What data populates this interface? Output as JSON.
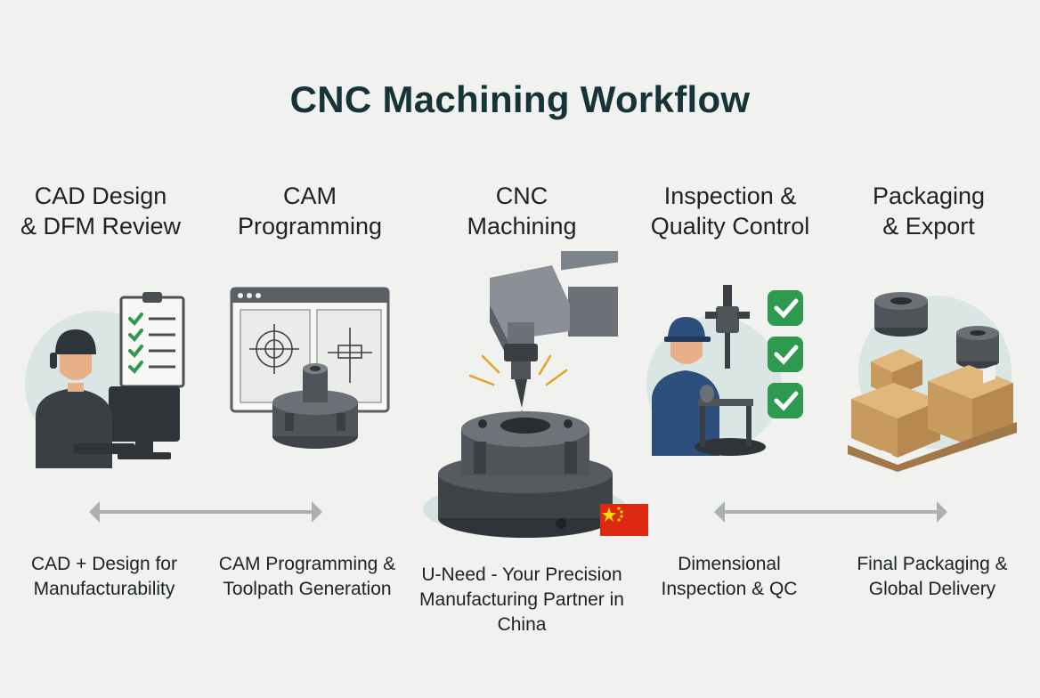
{
  "title": "CNC Machining Workflow",
  "steps": [
    {
      "heading_line1": "CAD Design",
      "heading_line2": "& DFM Review",
      "caption_line1": "CAD + Design for",
      "caption_line2": "Manufacturability",
      "caption_line3": "",
      "icon": "cad-engineer-icon"
    },
    {
      "heading_line1": "CAM",
      "heading_line2": "Programming",
      "caption_line1": "CAM Programming &",
      "caption_line2": "Toolpath Generation",
      "caption_line3": "",
      "icon": "cam-software-icon"
    },
    {
      "heading_line1": "CNC",
      "heading_line2": "Machining",
      "caption_line1": "U-Need - Your Precision",
      "caption_line2": "Manufacturing Partner in",
      "caption_line3": "China",
      "icon": "cnc-spindle-icon"
    },
    {
      "heading_line1": "Inspection &",
      "heading_line2": "Quality Control",
      "caption_line1": "Dimensional",
      "caption_line2": "Inspection & QC",
      "caption_line3": "",
      "icon": "inspector-icon"
    },
    {
      "heading_line1": "Packaging",
      "heading_line2": "& Export",
      "caption_line1": "Final Packaging &",
      "caption_line2": "Global Delivery",
      "caption_line3": "",
      "icon": "packaging-icon"
    }
  ],
  "colors": {
    "title": "#163338",
    "accent_green": "#2e9a4f",
    "machine_gray": "#4f5459",
    "circle_bg": "#d9e6e3",
    "flag_red": "#de2910",
    "flag_star": "#ffde00",
    "connector": "#aab1b4"
  }
}
